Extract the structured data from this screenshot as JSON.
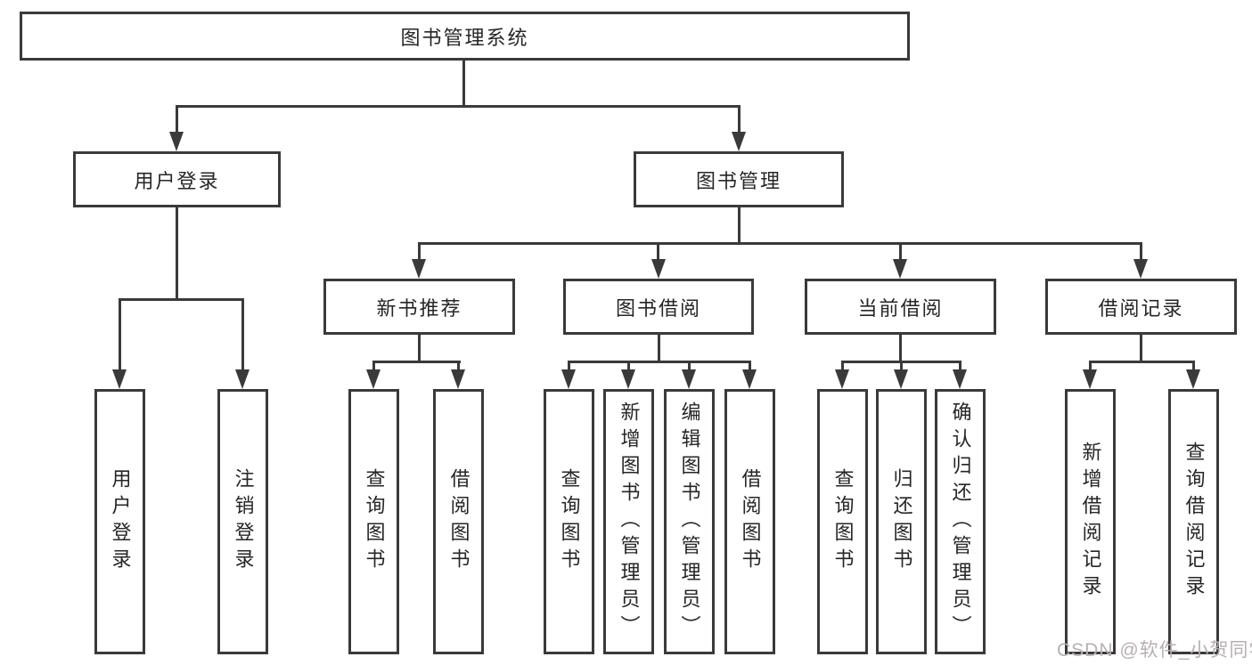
{
  "diagram_type": "hierarchy-tree",
  "root": {
    "label": "图书管理系统",
    "children": [
      {
        "label": "用户登录",
        "children": [
          {
            "label": "用户登录"
          },
          {
            "label": "注销登录"
          }
        ]
      },
      {
        "label": "图书管理",
        "children": [
          {
            "label": "新书推荐",
            "children": [
              {
                "label": "查询图书"
              },
              {
                "label": "借阅图书"
              }
            ]
          },
          {
            "label": "图书借阅",
            "children": [
              {
                "label": "查询图书"
              },
              {
                "label": "新增图书（管理员）"
              },
              {
                "label": "编辑图书（管理员）"
              },
              {
                "label": "借阅图书"
              }
            ]
          },
          {
            "label": "当前借阅",
            "children": [
              {
                "label": "查询图书"
              },
              {
                "label": "归还图书"
              },
              {
                "label": "确认归还（管理员）"
              }
            ]
          },
          {
            "label": "借阅记录",
            "children": [
              {
                "label": "新增借阅记录"
              },
              {
                "label": "查询借阅记录"
              }
            ]
          }
        ]
      }
    ]
  },
  "watermark": "CSDN @软件_小贺同学",
  "colors": {
    "line": "#3a3a3a",
    "text": "#262626",
    "watermark": "#b7b1b1",
    "background": "#ffffff"
  }
}
